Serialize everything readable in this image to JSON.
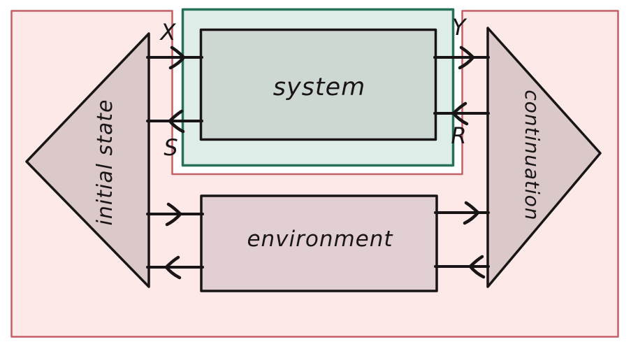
{
  "diagram": {
    "system_label": "system",
    "environment_label": "environment",
    "initial_state_label": "initial state",
    "continuation_label": "continuation",
    "signal_labels": {
      "top_left": "X",
      "bottom_left": "S",
      "top_right": "Y",
      "bottom_right": "R"
    }
  },
  "colors": {
    "canvas": "#ffffff",
    "outer_fill": "#fce9e8",
    "outer_border": "#c55f66",
    "green_fill": "#dfede8",
    "green_border": "#27705a",
    "system_fill": "#cdd8d3",
    "block_fill": "#dbc8c9",
    "environment_fill": "#e1cfd1",
    "ink": "#191516"
  }
}
